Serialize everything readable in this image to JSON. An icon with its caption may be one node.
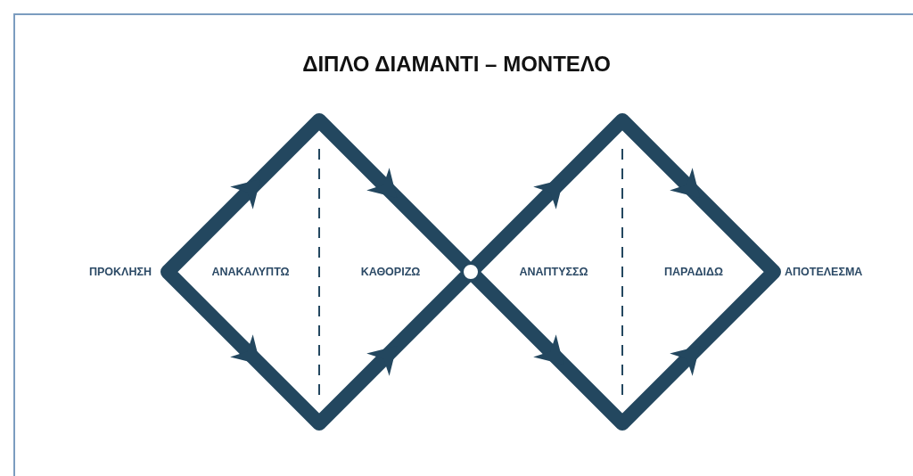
{
  "diagram": {
    "title": "ΔΙΠΛΟ ΔΙΑΜΑΝΤΙ – ΜΟΝΤΕΛΟ",
    "nodes": [
      {
        "text": [
          "ΠΡΟΚΛΗΣΗ"
        ]
      },
      {
        "text": [
          "ΑΝΑΚΑΛΥΠΤΩ",
          "ΚΑΘΟΡΙΖΩ"
        ]
      },
      {
        "text": [],
        "shape": "circle"
      },
      {
        "text": [
          "ΑΝΑΠΤΥΣΣΩ",
          "ΠΑΡΑΔΙΔΩ"
        ]
      },
      {
        "text": [
          "ΑΠΟΤΕΛΕΣΜΑ"
        ]
      }
    ]
  }
}
